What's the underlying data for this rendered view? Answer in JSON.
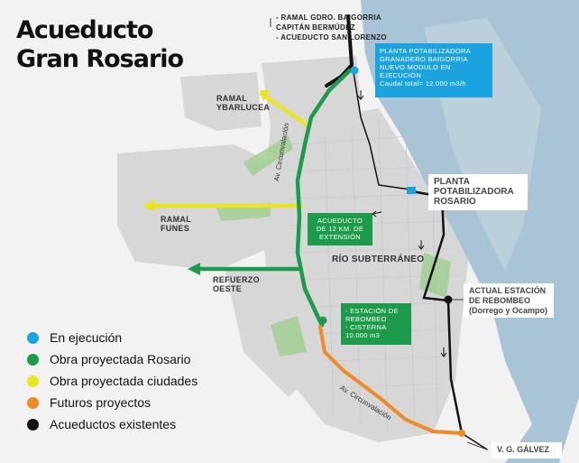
{
  "title": {
    "line1": "Acueducto",
    "line2": "Gran Rosario"
  },
  "top_list": [
    "-   RAMAL GDRO. BAIGORRIA",
    "    CAPITÁN BERMÚDEZ",
    "-   ACUEDUCTO SAN LORENZO"
  ],
  "plant_new_box": [
    "PLANTA POTABILIZADORA",
    "GRANADERO BAIGORRIA",
    "NUEVO MODULO EN",
    "EJECUCIÓN",
    "Caudal total= 12.000 m3/h"
  ],
  "plant_rosario": [
    "PLANTA",
    "POTABILIZADORA",
    "ROSARIO"
  ],
  "ramal_ybarlucea": [
    "RAMAL",
    "YBARLUCEA"
  ],
  "ramal_funes": [
    "RAMAL",
    "FUNES"
  ],
  "refuerzo_oeste": [
    "REFUERZO",
    "OESTE"
  ],
  "acueducto_box": [
    "ACUEDUCTO",
    "DE 12  KM. DE",
    "EXTENSIÓN"
  ],
  "rio_subterraneo": "RÍO SUBTERRÁNEO",
  "estacion_box": [
    "- ESTACIÓN DE",
    "  REBOMBEO",
    "- CISTERNA",
    "  10.000 m3"
  ],
  "actual_estacion": [
    "ACTUAL ESTACIÓN",
    "DE REBOMBEO",
    "(Dorrego y Ocampo)"
  ],
  "vg_galvez": "V. G. GÁLVEZ",
  "road_circ1": "Av. Circunvalación",
  "road_circ2": "Av. Circunvalación",
  "legend": [
    {
      "label": "En ejecución",
      "color": "#1aa3df"
    },
    {
      "label": "Obra proyectada Rosario",
      "color": "#1e9a4c"
    },
    {
      "label": "Obra proyectada ciudades",
      "color": "#e8e622"
    },
    {
      "label": "Futuros proyectos",
      "color": "#f08a24"
    },
    {
      "label": "Acueductos existentes",
      "color": "#111111"
    }
  ],
  "colors": {
    "river": "#a8c4d6",
    "land": "#f2f2f2",
    "urban": "#d9d9d9",
    "green": "#1e9a4c",
    "yellow": "#e8e622",
    "orange": "#f08a24",
    "blue": "#1aa3df",
    "black": "#111111"
  }
}
